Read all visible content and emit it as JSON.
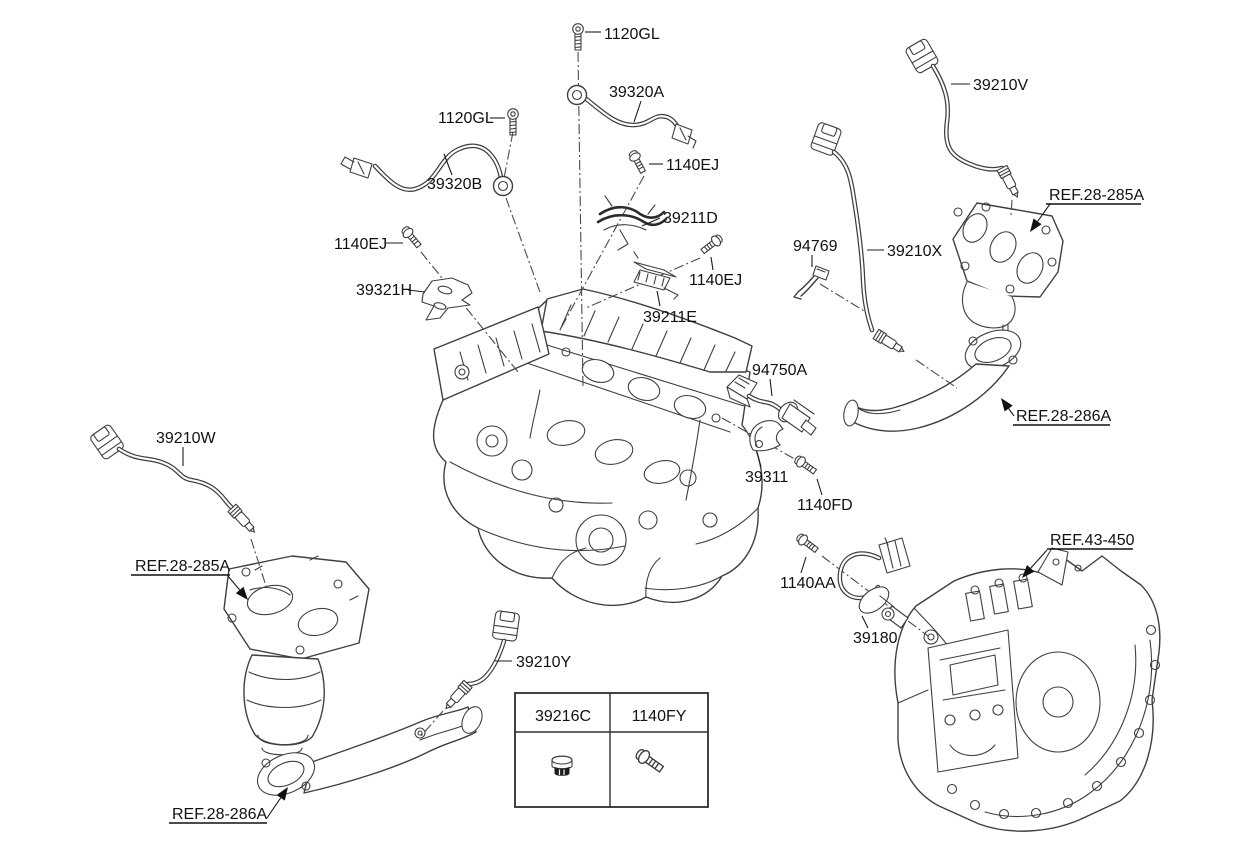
{
  "diagram": {
    "background": "#ffffff",
    "line_color": "#3f3f3f",
    "text_color": "#111111"
  },
  "callouts": {
    "bolt_1120gl_top": "1120GL",
    "knock_sensor_39320a": "39320A",
    "bolt_1120gl_left": "1120GL",
    "knock_sensor_39320b": "39320B",
    "bolt_1140ej_upper": "1140EJ",
    "heat_protector_39211d": "39211D",
    "bolt_1140ej_mid": "1140EJ",
    "bracket_39211e": "39211E",
    "bolt_1140ej_left": "1140EJ",
    "bracket_39321h": "39321H",
    "clip_94769": "94769",
    "oxygen_sensor_39210x": "39210X",
    "oxygen_sensor_39210v": "39210V",
    "oil_pressure_switch_94750a": "94750A",
    "bracket_39311": "39311",
    "bolt_1140fd": "1140FD",
    "oxygen_sensor_39210w": "39210W",
    "bolt_1140aa": "1140AA",
    "crankshaft_position_sensor_39180": "39180",
    "oxygen_sensor_39210y": "39210Y"
  },
  "references": {
    "exhaust_manifold_right": "REF.28-285A",
    "front_pipe_right": "REF.28-286A",
    "exhaust_manifold_left": "REF.28-285A",
    "front_pipe_left": "REF.28-286A",
    "transaxle": "REF.43-450"
  },
  "legend_table": {
    "columns": [
      {
        "part": "39216C",
        "icon": "cap-plug-icon"
      },
      {
        "part": "1140FY",
        "icon": "flange-bolt-icon"
      }
    ]
  }
}
